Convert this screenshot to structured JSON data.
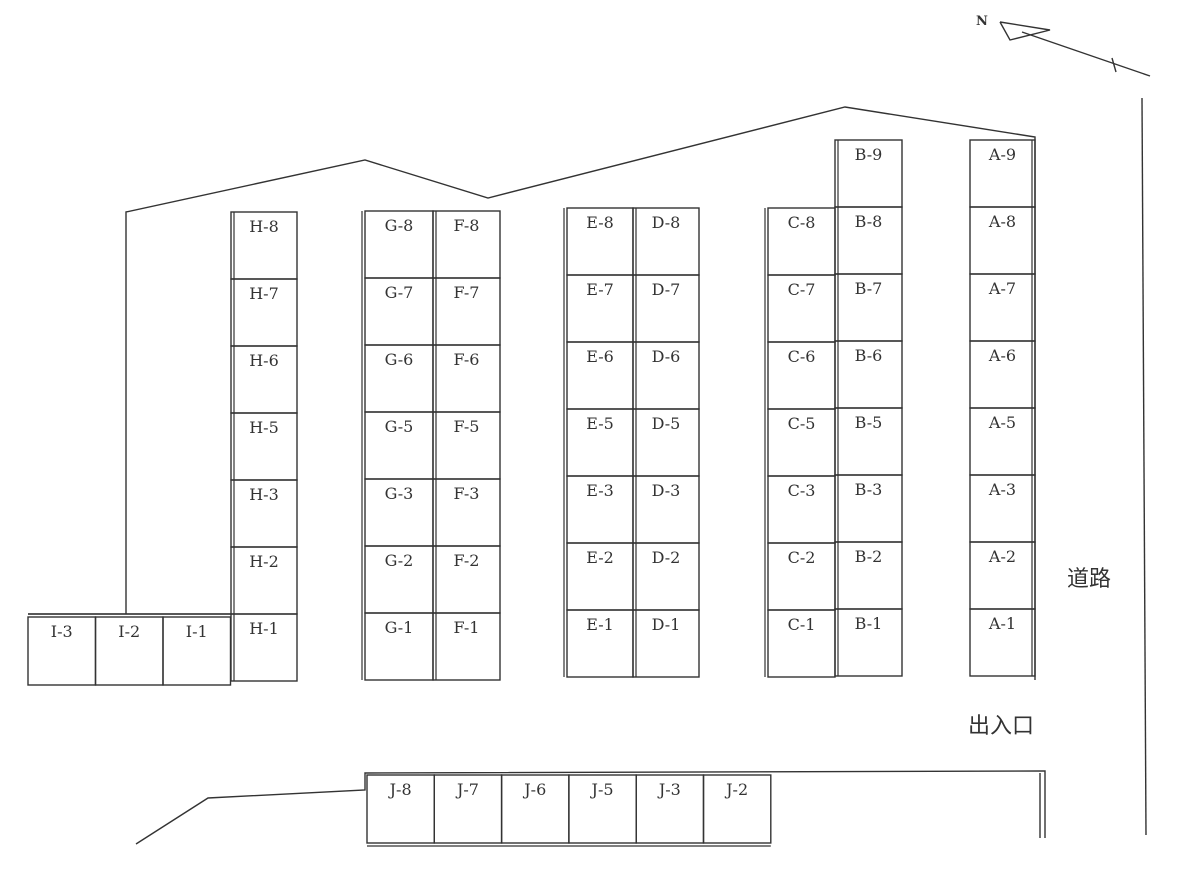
{
  "north_label": "N",
  "road_label": "道路",
  "entrance_label": "出入口",
  "rows": [
    {
      "id": "A",
      "labels": [
        "A-9",
        "A-8",
        "A-7",
        "A-6",
        "A-5",
        "A-3",
        "A-2",
        "A-1"
      ]
    },
    {
      "id": "B",
      "labels": [
        "B-9",
        "B-8",
        "B-7",
        "B-6",
        "B-5",
        "B-3",
        "B-2",
        "B-1"
      ]
    },
    {
      "id": "C",
      "labels": [
        "C-8",
        "C-7",
        "C-6",
        "C-5",
        "C-3",
        "C-2",
        "C-1"
      ]
    },
    {
      "id": "D",
      "labels": [
        "D-8",
        "D-7",
        "D-6",
        "D-5",
        "D-3",
        "D-2",
        "D-1"
      ]
    },
    {
      "id": "E",
      "labels": [
        "E-8",
        "E-7",
        "E-6",
        "E-5",
        "E-3",
        "E-2",
        "E-1"
      ]
    },
    {
      "id": "F",
      "labels": [
        "F-8",
        "F-7",
        "F-6",
        "F-5",
        "F-3",
        "F-2",
        "F-1"
      ]
    },
    {
      "id": "G",
      "labels": [
        "G-8",
        "G-7",
        "G-6",
        "G-5",
        "G-3",
        "G-2",
        "G-1"
      ]
    },
    {
      "id": "H",
      "labels": [
        "H-8",
        "H-7",
        "H-6",
        "H-5",
        "H-3",
        "H-2",
        "H-1"
      ]
    },
    {
      "id": "I",
      "labels": [
        "I-3",
        "I-2",
        "I-1"
      ]
    },
    {
      "id": "J",
      "labels": [
        "J-8",
        "J-7",
        "J-6",
        "J-5",
        "J-3",
        "J-2"
      ]
    }
  ]
}
